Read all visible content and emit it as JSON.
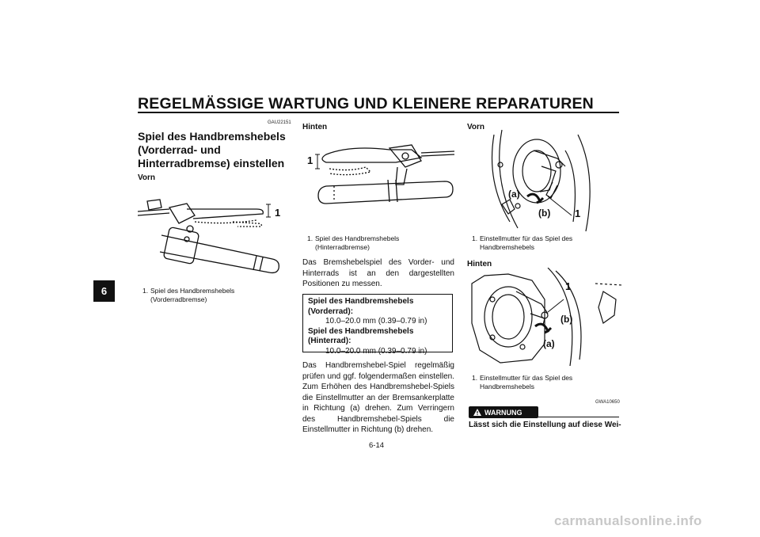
{
  "header": {
    "title": "REGELMÄSSIGE WARTUNG UND KLEINERE REPARATUREN"
  },
  "chapter_tab": "6",
  "section": {
    "code": "GAU22151",
    "title_lines": [
      "Spiel des Handbremshebels",
      "(Vorderrad- und",
      "Hinterradbremse) einstellen"
    ],
    "front_heading": "Vorn",
    "front_fig": {
      "callout": "1",
      "caption_num": "1.",
      "caption_lines": [
        "Spiel des Handbremshebels",
        "(Vorderradbremse)"
      ]
    }
  },
  "middle": {
    "rear_heading": "Hinten",
    "rear_fig": {
      "callout": "1",
      "caption_num": "1.",
      "caption_lines": [
        "Spiel des Handbremshebels",
        "(Hinterradbremse)"
      ]
    },
    "intro_text": "Das Bremshebelspiel des Vorder- und Hinterrads ist an den dargestellten Positionen zu messen.",
    "spec": {
      "front_label": "Spiel des Handbremshebels (Vorderrad):",
      "front_value": "10.0–20.0 mm (0.39–0.79 in)",
      "rear_label": "Spiel des Handbremshebels (Hinterrad):",
      "rear_value": "10.0–20.0 mm (0.39–0.79 in)"
    },
    "instructions": "Das Handbremshebel-Spiel regelmäßig prüfen und ggf. folgendermaßen einstellen. Zum Erhöhen des Handbremshebel-Spiels die Einstellmutter an der Bremsankerplatte in Richtung (a) drehen. Zum Verringern des Handbremshebel-Spiels die Einstellmutter in Richtung (b) drehen."
  },
  "right": {
    "front_heading": "Vorn",
    "front_fig": {
      "label_a": "(a)",
      "label_b": "(b)",
      "callout": "1",
      "caption_num": "1.",
      "caption_lines": [
        "Einstellmutter für das Spiel des",
        "Handbremshebels"
      ]
    },
    "rear_heading": "Hinten",
    "rear_fig": {
      "label_a": "(a)",
      "label_b": "(b)",
      "callout": "1",
      "caption_num": "1.",
      "caption_lines": [
        "Einstellmutter für das Spiel des",
        "Handbremshebels"
      ]
    },
    "warning_code": "GWA10650",
    "warning_label": "WARNUNG",
    "warning_text": "Lässt sich die Einstellung auf diese Wei-"
  },
  "page_number": "6-14",
  "watermark": "carmanualsonline.info"
}
